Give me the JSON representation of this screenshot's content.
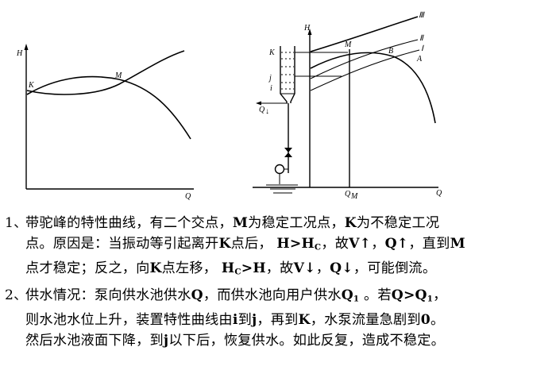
{
  "left_chart": {
    "y_axis_label": "H",
    "x_axis_label": "Q",
    "point_K": "K",
    "point_M": "M"
  },
  "right_chart": {
    "y_axis_label": "H",
    "x_axis_label": "Q",
    "qm_label": "Q",
    "qm_sub": "M",
    "q_arrow_label": "Q",
    "q_arrow_sub": "↓",
    "tank_levels": [
      "K",
      "j",
      "i"
    ],
    "point_M": "M",
    "point_B": "B",
    "curve_labels": [
      "Ⅲ",
      "Ⅱ",
      "Ⅰ",
      "A"
    ]
  },
  "paragraphs": {
    "p1": {
      "num": "1、",
      "lines": [
        [
          "带驼峰的特性曲线，有二个交点，",
          "M",
          "为稳定工况点，",
          "K",
          "为不稳定工况"
        ],
        [
          "点。原因是：当振动等引起离开",
          "K",
          "点后，  ",
          "H>H",
          "C",
          "，故",
          "V↑",
          "，",
          "Q↑",
          "，直到",
          "M"
        ],
        [
          "点才稳定；反之，向",
          "K",
          "点左移，  ",
          "H",
          "C",
          ">H",
          "，故",
          "V↓",
          "，",
          "Q↓",
          "，可能倒流。"
        ]
      ]
    },
    "p2": {
      "num": "2、",
      "lines": [
        [
          "供水情况：泵向供水池供水",
          "Q",
          "，而供水池向用户供水",
          "Q",
          "1",
          " 。若",
          "Q>Q",
          "1",
          "，"
        ],
        [
          "则水池水位上升，装置特性曲线由",
          "i",
          "到",
          "j",
          "，再到",
          "K",
          "，水泵流量急剧到",
          "0",
          "。"
        ],
        [
          "然后水池液面下降，到",
          "j",
          "以下后，恢复供水。如此反复，造成不稳定。"
        ]
      ]
    }
  }
}
